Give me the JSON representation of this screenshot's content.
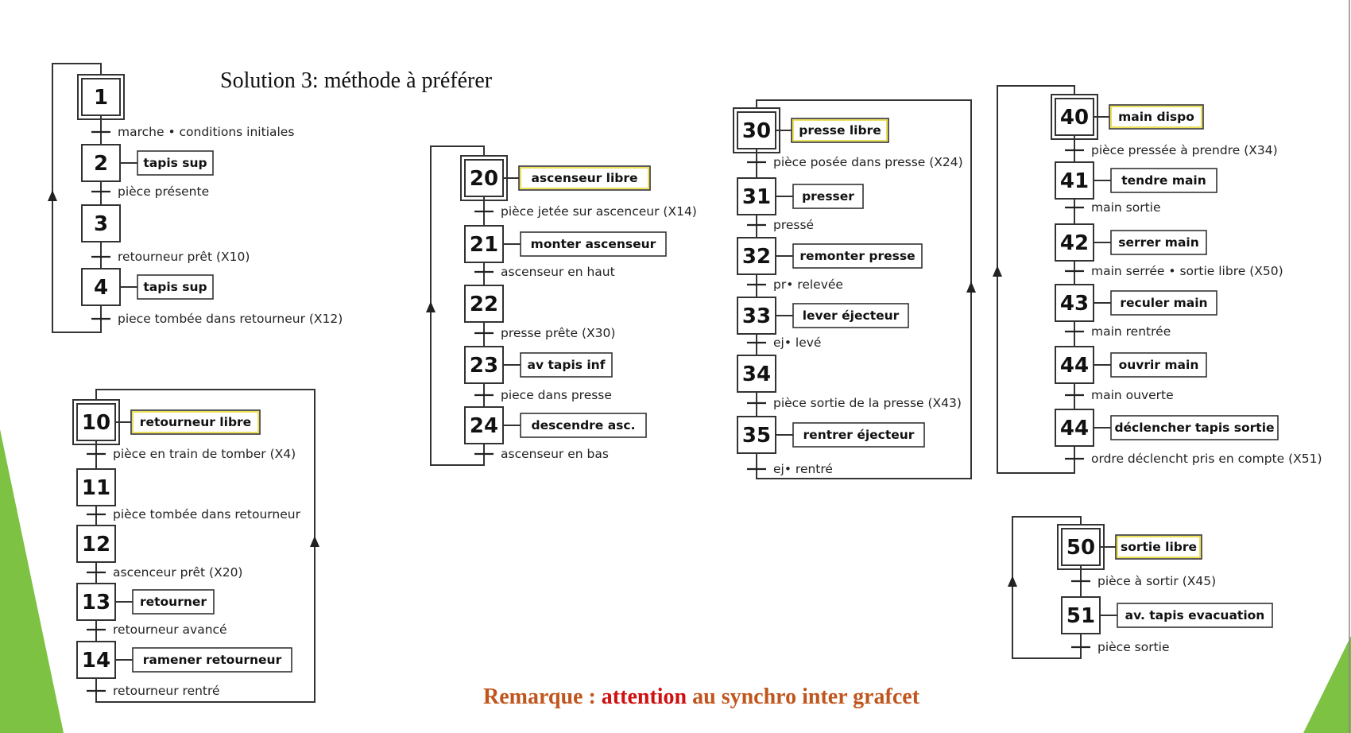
{
  "title": "Solution 3: méthode à préférer",
  "remark": {
    "parts": [
      {
        "text": "Remarque",
        "color": "#c0561e"
      },
      {
        "text": " : ",
        "color": "#c0561e"
      },
      {
        "text": "attention",
        "color": "#d01010"
      },
      {
        "text": " au ",
        "color": "#c0561e"
      },
      {
        "text": "synchro inter grafcet",
        "color": "#c0561e"
      }
    ]
  },
  "colors": {
    "accent_green": "#7dc242",
    "action_highlight": "#e8d82e"
  },
  "grafcets": [
    {
      "id": "g1",
      "steps": [
        {
          "num": "1",
          "initial": true,
          "action": ""
        },
        {
          "num": "2",
          "initial": false,
          "action": "tapis sup"
        },
        {
          "num": "3",
          "initial": false,
          "action": ""
        },
        {
          "num": "4",
          "initial": false,
          "action": "tapis sup"
        }
      ],
      "transitions": [
        "marche • conditions initiales",
        "pièce présente",
        "retourneur prêt (X10)",
        "piece tombée dans retourneur (X12)"
      ]
    },
    {
      "id": "g10",
      "steps": [
        {
          "num": "10",
          "initial": true,
          "action": "retourneur libre",
          "highlight": true
        },
        {
          "num": "11",
          "initial": false,
          "action": ""
        },
        {
          "num": "12",
          "initial": false,
          "action": ""
        },
        {
          "num": "13",
          "initial": false,
          "action": "retourner"
        },
        {
          "num": "14",
          "initial": false,
          "action": "ramener retourneur"
        }
      ],
      "transitions": [
        "pièce en train de tomber (X4)",
        "pièce tombée dans retourneur",
        "ascenceur prêt (X20)",
        "retourneur avancé",
        "retourneur rentré"
      ]
    },
    {
      "id": "g20",
      "steps": [
        {
          "num": "20",
          "initial": true,
          "action": "ascenseur libre",
          "highlight": true
        },
        {
          "num": "21",
          "initial": false,
          "action": "monter ascenseur"
        },
        {
          "num": "22",
          "initial": false,
          "action": ""
        },
        {
          "num": "23",
          "initial": false,
          "action": "av tapis inf"
        },
        {
          "num": "24",
          "initial": false,
          "action": "descendre asc."
        }
      ],
      "transitions": [
        "pièce jetée sur ascenceur (X14)",
        "ascenseur en haut",
        "presse prête (X30)",
        "piece dans presse",
        "ascenseur en bas"
      ]
    },
    {
      "id": "g30",
      "steps": [
        {
          "num": "30",
          "initial": true,
          "action": "presse libre",
          "highlight": true
        },
        {
          "num": "31",
          "initial": false,
          "action": "presser"
        },
        {
          "num": "32",
          "initial": false,
          "action": "remonter presse"
        },
        {
          "num": "33",
          "initial": false,
          "action": "lever éjecteur"
        },
        {
          "num": "34",
          "initial": false,
          "action": ""
        },
        {
          "num": "35",
          "initial": false,
          "action": "rentrer éjecteur"
        }
      ],
      "transitions": [
        "pièce posée dans presse (X24)",
        "pressé",
        "pr• relevée",
        "ej• levé",
        "pièce sortie de la presse (X43)",
        "ej• rentré"
      ]
    },
    {
      "id": "g40",
      "steps": [
        {
          "num": "40",
          "initial": true,
          "action": "main dispo",
          "highlight": true
        },
        {
          "num": "41",
          "initial": false,
          "action": "tendre main"
        },
        {
          "num": "42",
          "initial": false,
          "action": "serrer main"
        },
        {
          "num": "43",
          "initial": false,
          "action": "reculer main"
        },
        {
          "num": "44",
          "initial": false,
          "action": "ouvrir main"
        },
        {
          "num": "44",
          "initial": false,
          "action": "déclencher tapis sortie"
        }
      ],
      "transitions": [
        "pièce pressée à prendre (X34)",
        "main sortie",
        "main serrée • sortie libre (X50)",
        "main rentrée",
        "main ouverte",
        "ordre déclencht pris en compte (X51)"
      ]
    },
    {
      "id": "g50",
      "steps": [
        {
          "num": "50",
          "initial": true,
          "action": "sortie libre",
          "highlight": true
        },
        {
          "num": "51",
          "initial": false,
          "action": "av. tapis evacuation"
        }
      ],
      "transitions": [
        "pièce à sortir (X45)",
        "pièce sortie"
      ]
    }
  ]
}
